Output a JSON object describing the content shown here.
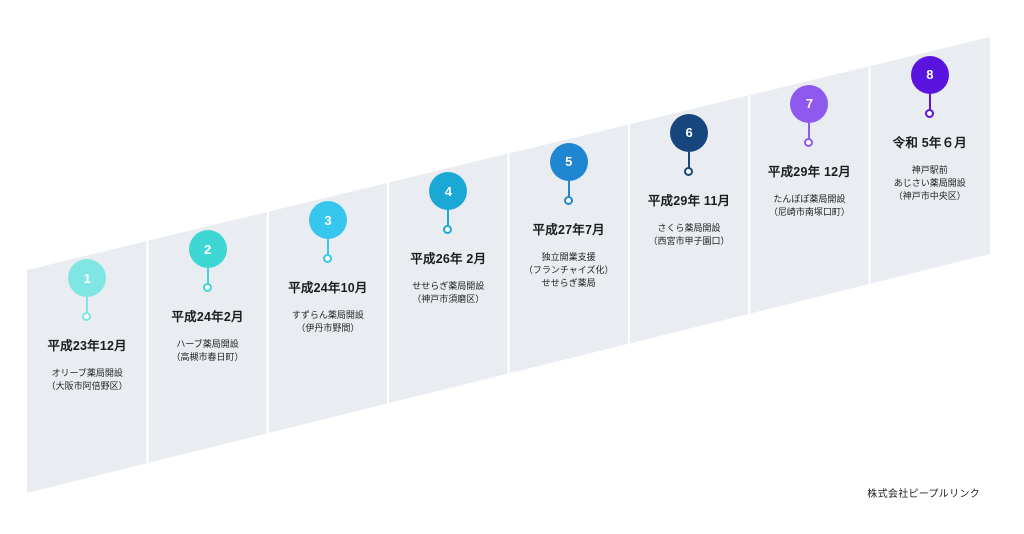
{
  "steps": [
    {
      "number": "1",
      "date": "平成23年12月",
      "lines": [
        "オリーブ薬局開設",
        "（大阪市阿倍野区）"
      ],
      "color": "#7fe6e3"
    },
    {
      "number": "2",
      "date": "平成24年2月",
      "lines": [
        "ハーブ薬局開設",
        "（高槻市春日町）"
      ],
      "color": "#3ed6d2"
    },
    {
      "number": "3",
      "date": "平成24年10月",
      "lines": [
        "すずらん薬局開設",
        "（伊丹市野間）"
      ],
      "color": "#36c6ee"
    },
    {
      "number": "4",
      "date": "平成26年 2月",
      "lines": [
        "せせらぎ薬局開設",
        "（神戸市須磨区）"
      ],
      "color": "#19a9d4"
    },
    {
      "number": "5",
      "date": "平成27年7月",
      "lines": [
        "独立開業支援",
        "（フランチャイズ化）",
        "せせらぎ薬局"
      ],
      "color": "#1f86d1"
    },
    {
      "number": "6",
      "date": "平成29年 11月",
      "lines": [
        "さくら薬局開設",
        "（西宮市甲子園口）"
      ],
      "color": "#17467e"
    },
    {
      "number": "7",
      "date": "平成29年 12月",
      "lines": [
        "たんぽぽ薬局開設",
        "（尼崎市南塚口町）"
      ],
      "color": "#8f58ee"
    },
    {
      "number": "8",
      "date": "令和 5年６月",
      "lines": [
        "神戸駅前",
        "あじさい薬局開設",
        "（神戸市中央区）"
      ],
      "color": "#5a14e0"
    }
  ],
  "company": "株式会社ピープルリンク",
  "colors": {
    "band": "#e9edf1",
    "divider": "#ffffff"
  }
}
